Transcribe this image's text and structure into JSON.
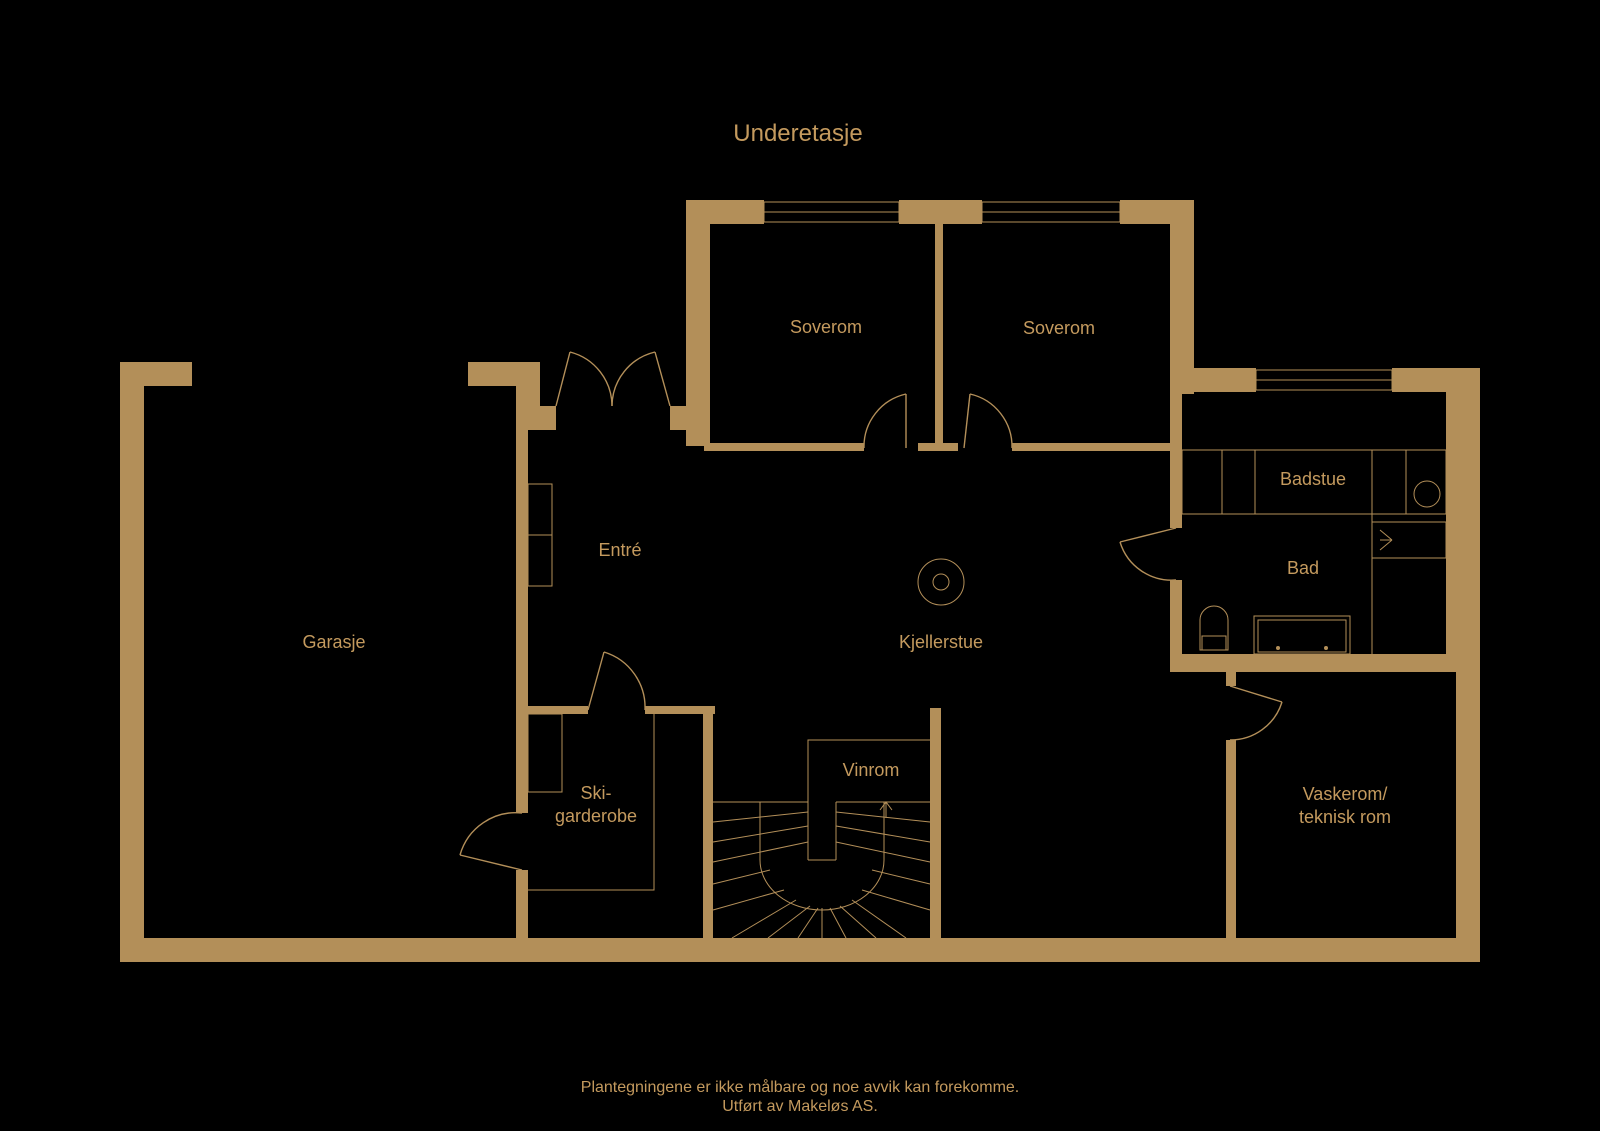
{
  "floor_title": "Underetasje",
  "rooms": {
    "garasje": "Garasje",
    "entre": "Entré",
    "kjellerstue": "Kjellerstue",
    "soverom_1": "Soverom",
    "soverom_2": "Soverom",
    "badstue": "Badstue",
    "bad": "Bad",
    "ski_line1": "Ski-",
    "ski_line2": "garderobe",
    "vinrom": "Vinrom",
    "vask_line1": "Vaskerom/",
    "vask_line2": "teknisk rom"
  },
  "footer": {
    "line1": "Plantegningene er ikke målbare og noe avvik kan forekomme.",
    "line2": "Utført av Makeløs AS."
  },
  "colors": {
    "background": "#000000",
    "wall": "#B38F59",
    "text": "#C49A5E"
  }
}
